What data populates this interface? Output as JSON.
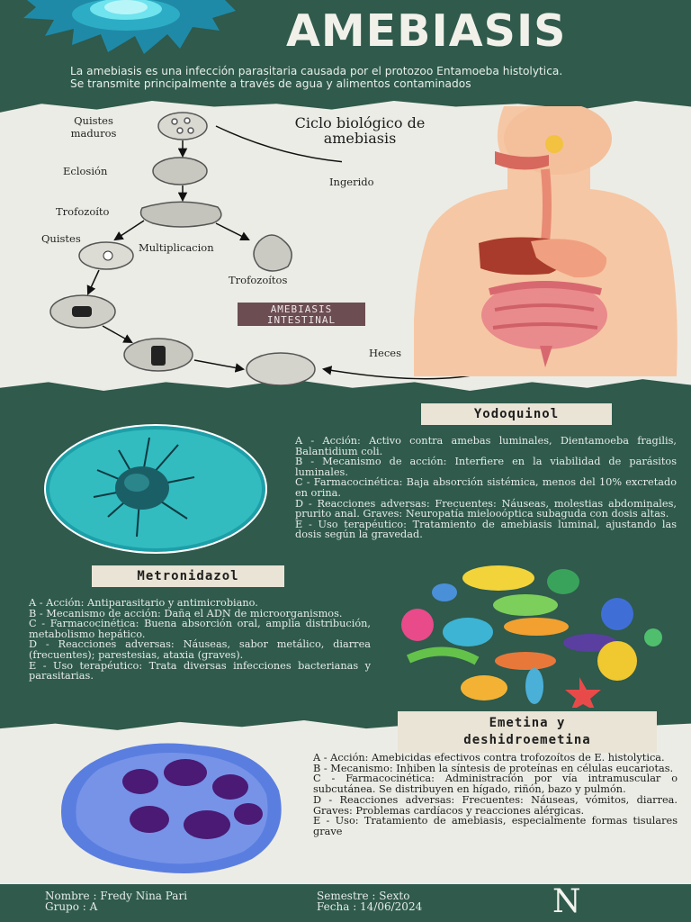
{
  "header": {
    "title": "AMEBIASIS",
    "intro_line1": "La amebiasis es una infección parasitaria causada por el protozoo Entamoeba histolytica.",
    "intro_line2": "Se transmite principalmente a través de agua y alimentos contaminados"
  },
  "cycle": {
    "title_line1": "Ciclo biológico de",
    "title_line2": "amebiasis",
    "labels": {
      "quistes_maduros_1": "Quistes",
      "quistes_maduros_2": "maduros",
      "eclosion": "Eclosión",
      "trofozoito": "Trofozoíto",
      "quistes": "Quistes",
      "multiplicacion": "Multiplicacion",
      "trofozoitos": "Trofozoítos",
      "ingerido": "Ingerido",
      "heces": "Heces"
    },
    "badge_line1": "AMEBIASIS",
    "badge_line2": "INTESTINAL"
  },
  "drugs": {
    "yodoquinol": {
      "name": "Yodoquinol",
      "lines": [
        "A - Acción: Activo contra amebas luminales, Dientamoeba fragilis, Balantidium coli.",
        "B - Mecanismo de acción: Interfiere en la viabilidad de parásitos luminales.",
        "C - Farmacocinética: Baja absorción sistémica, menos del 10% excretado en orina.",
        "D - Reacciones adversas: Frecuentes: Náuseas, molestias abdominales, prurito anal. Graves: Neuropatía mielooóptica subaguda con dosis altas.",
        "E - Uso terapéutico: Tratamiento de amebiasis luminal, ajustando las dosis según la gravedad."
      ]
    },
    "metronidazol": {
      "name": "Metronidazol",
      "lines": [
        "A - Acción: Antiparasitario y antimicrobiano.",
        "B - Mecanismo de acción: Daña el ADN de microorganismos.",
        "C - Farmacocinética: Buena absorción oral, amplia distribución, metabolismo hepático.",
        "D - Reacciones adversas: Náuseas, sabor metálico, diarrea (frecuentes); parestesias, ataxia (graves).",
        "E - Uso terapéutico: Trata diversas infecciones bacterianas y parasitarias."
      ]
    },
    "emetina": {
      "name_line1": "Emetina y",
      "name_line2": "deshidroemetina",
      "lines": [
        "A - Acción: Amebicidas efectivos contra trofozoítos de E. histolytica.",
        "B - Mecanismo: Inhiben la síntesis de proteínas en células eucariotas.",
        "C - Farmacocinética: Administración por vía intramuscular o subcutánea. Se distribuyen en hígado, riñón, bazo y pulmón.",
        "D - Reacciones adversas: Frecuentes: Náuseas, vómitos, diarrea. Graves: Problemas cardíacos y reacciones alérgicas.",
        "E - Uso: Tratamiento de amebiasis, especialmente formas tisulares grave"
      ]
    }
  },
  "footer": {
    "nombre": "Nombre : Fredy Nina Pari",
    "grupo": "Grupo : A",
    "semestre": "Semestre : Sexto",
    "fecha": "Fecha : 14/06/2024",
    "logo_letter": "N"
  },
  "colors": {
    "background": "#2f5a4c",
    "paper": "#ecece6",
    "tag": "#e9e4d6",
    "badge": "#6b4d52"
  }
}
